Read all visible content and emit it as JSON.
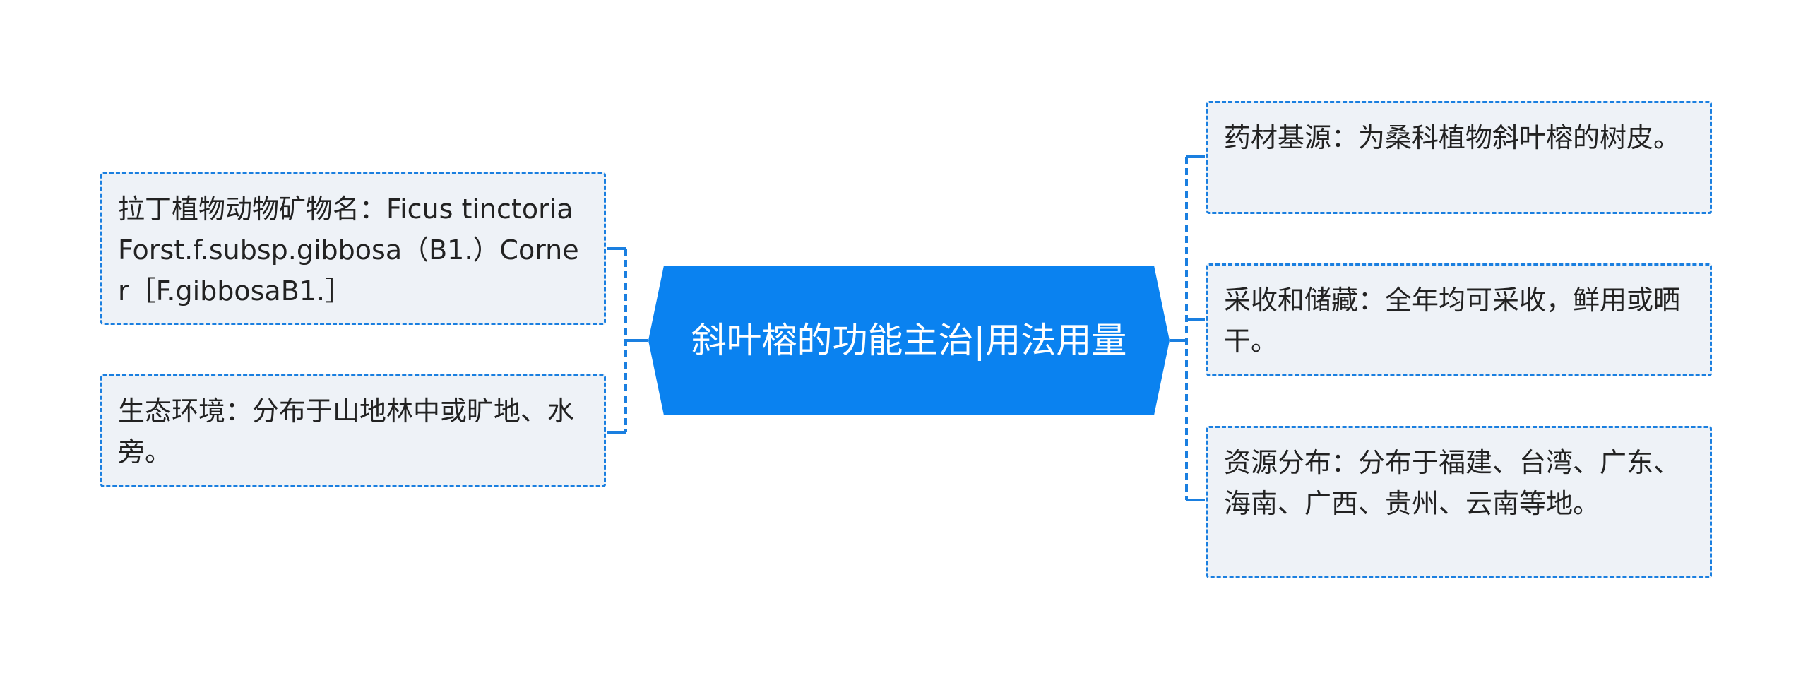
{
  "central_topic": "斜叶榕的功能主治|用法用量",
  "left_branches": [
    "拉丁植物动物矿物名：Ficus tinctoria Forst.f.subsp.gibbosa（B1.）Corner［F.gibbosaB1.］",
    "生态环境：分布于山地林中或旷地、水旁。"
  ],
  "right_branches": [
    "药材基源：为桑科植物斜叶榕的树皮。",
    "采收和储藏：全年均可采收，鲜用或晒干。",
    "资源分布：分布于福建、台湾、广东、海南、广西、贵州、云南等地。"
  ],
  "colors": {
    "central_fill": "#0a82f0",
    "connector": "#1a7fe0",
    "leaf_fill": "#eef2f7",
    "leaf_border": "#1a7fe0",
    "leaf_text": "#222222",
    "central_text": "#ffffff"
  }
}
